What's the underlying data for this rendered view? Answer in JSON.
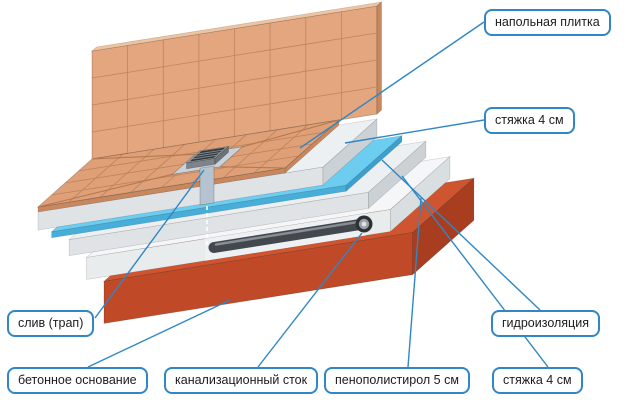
{
  "labels": {
    "floor_tile": "напольная плитка",
    "screed_top": "стяжка 4 см",
    "waterproofing": "гидроизоляция",
    "screed_bottom": "стяжка 4 см",
    "polystyrene": "пенополистирол 5 см",
    "sewer_drain": "канализационный сток",
    "concrete_base": "бетонное основание",
    "drain_trap": "слив (трап)"
  },
  "colors": {
    "accent": "#2f87c5",
    "text": "#1c1c1c",
    "tile": "#e3a67e",
    "tile-floor": "#dfa078",
    "tile-dark": "#c9875e",
    "grout": "#b07a54",
    "screed": "#dfe3e6",
    "screed-side": "#cbd1d5",
    "screed-top": "#edf0f2",
    "waterproof": "#6ccdf0",
    "waterproof-side": "#46aed8",
    "waterproof-side2": "#3ba0cc",
    "foam": "#f4f6f7",
    "foam-side": "#e9eced",
    "foam-side2": "#d9dee1",
    "concrete": "#c04a28",
    "concrete-side": "#a93d1f",
    "concrete-top": "#cf5430"
  }
}
